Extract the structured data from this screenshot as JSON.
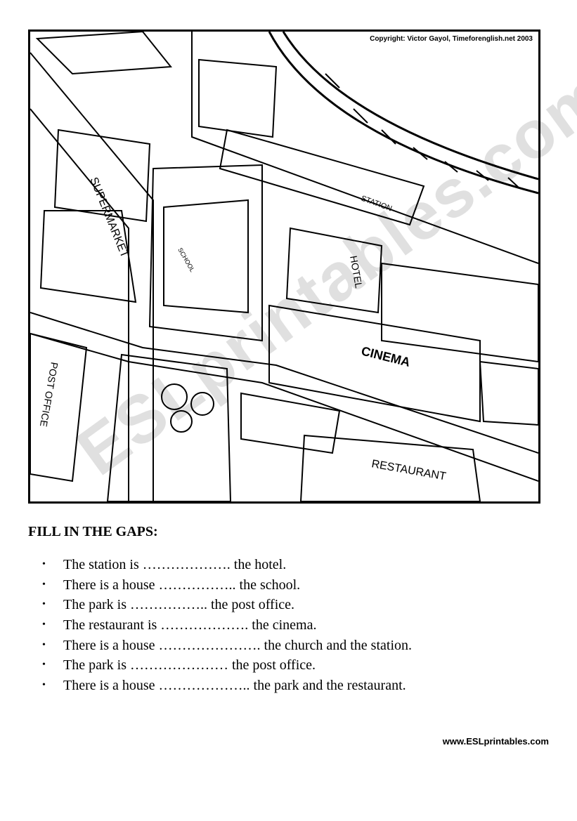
{
  "map": {
    "copyright": "Copyright: Victor Gayol, Timeforenglish.net 2003",
    "labels": {
      "supermarket": "SUPERMARKET",
      "station": "STATION",
      "school": "SCHOOL",
      "hotel": "HOTEL",
      "cinema": "CINEMA",
      "post_office": "POST OFFICE",
      "restaurant": "RESTAURANT"
    }
  },
  "watermark": "ESLprintables.com",
  "heading": "FILL IN THE GAPS:",
  "sentences": [
    "The station is ………………. the hotel.",
    "There is a house ……………..  the school.",
    "The park is ……………..  the post office.",
    "The restaurant  is ………………. the cinema.",
    "There is a house …………………. the church and the station.",
    "The park is ………………… the post office.",
    "There is a house ……………….. the park and the restaurant."
  ],
  "footer": "www.ESLprintables.com"
}
